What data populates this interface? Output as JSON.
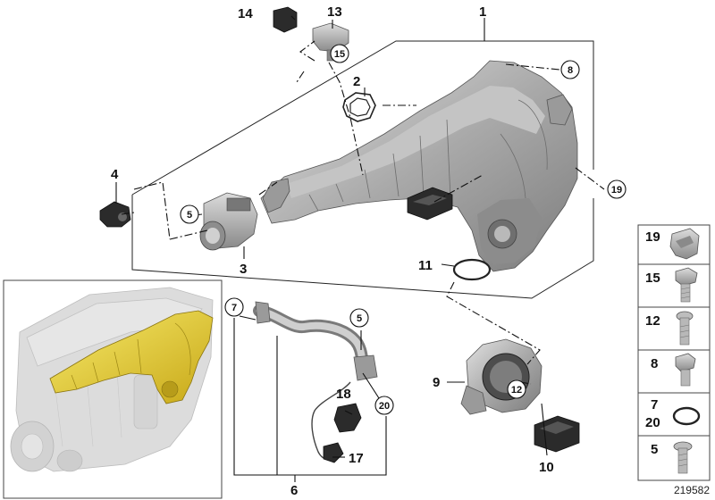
{
  "callouts": {
    "c1": "1",
    "c2": "2",
    "c3": "3",
    "c4": "4",
    "c5a": "5",
    "c5b": "5",
    "c6": "6",
    "c7": "7",
    "c8": "8",
    "c9": "9",
    "c10": "10",
    "c11": "11",
    "c12": "12",
    "c13": "13",
    "c14": "14",
    "c15": "15",
    "c17": "17",
    "c18": "18",
    "c19": "19",
    "c20": "20"
  },
  "legend": {
    "items": [
      {
        "label": "19"
      },
      {
        "label": "15"
      },
      {
        "label": "12"
      },
      {
        "label": "8"
      },
      {
        "label": "7",
        "label2": "20"
      },
      {
        "label": "5"
      }
    ]
  },
  "diagram_id": "219582",
  "colors": {
    "highlight": "#e8d23a",
    "part_fill": "#b9b9b9",
    "engine_ghost": "#d6d6d6"
  }
}
